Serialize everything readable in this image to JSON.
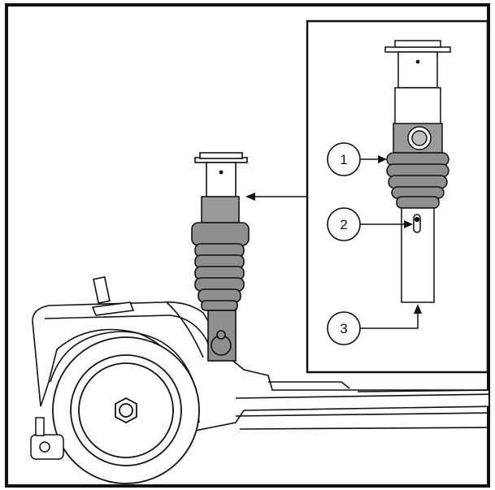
{
  "diagram": {
    "callouts": [
      {
        "number": "1"
      },
      {
        "number": "2"
      },
      {
        "number": "3"
      }
    ],
    "colors": {
      "outline": "#111111",
      "bellows_fill": "#8f8f8f",
      "collar_fill": "#9a9a9a",
      "tube_fill": "#ffffff",
      "body_fill": "#ffffff",
      "background": "#ffffff"
    }
  }
}
